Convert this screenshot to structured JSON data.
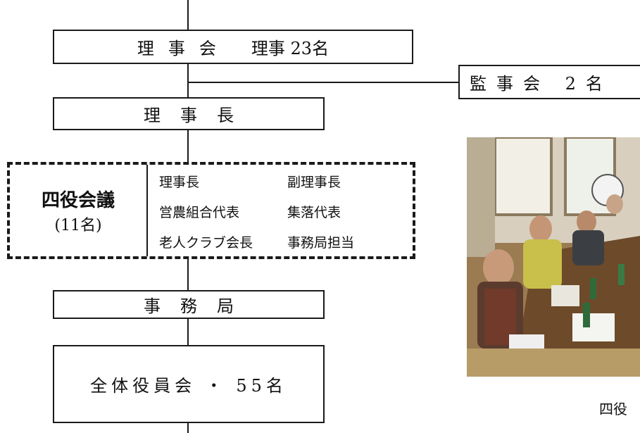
{
  "chart": {
    "board": {
      "name": "理事会",
      "count": "理事 23名"
    },
    "auditors": {
      "label": "監事会 2名"
    },
    "chairman": {
      "label": "理事長"
    },
    "four_officers": {
      "title": "四役会議",
      "count": "(11名)",
      "members": [
        "理事長",
        "副理事長",
        "営農組合代表",
        "集落代表",
        "老人クラブ会長",
        "事務局担当"
      ]
    },
    "secretariat": {
      "label": "事務局"
    },
    "all_officers": {
      "label": "全体役員会 ・ 55名"
    }
  },
  "photo": {
    "caption": "四役"
  }
}
